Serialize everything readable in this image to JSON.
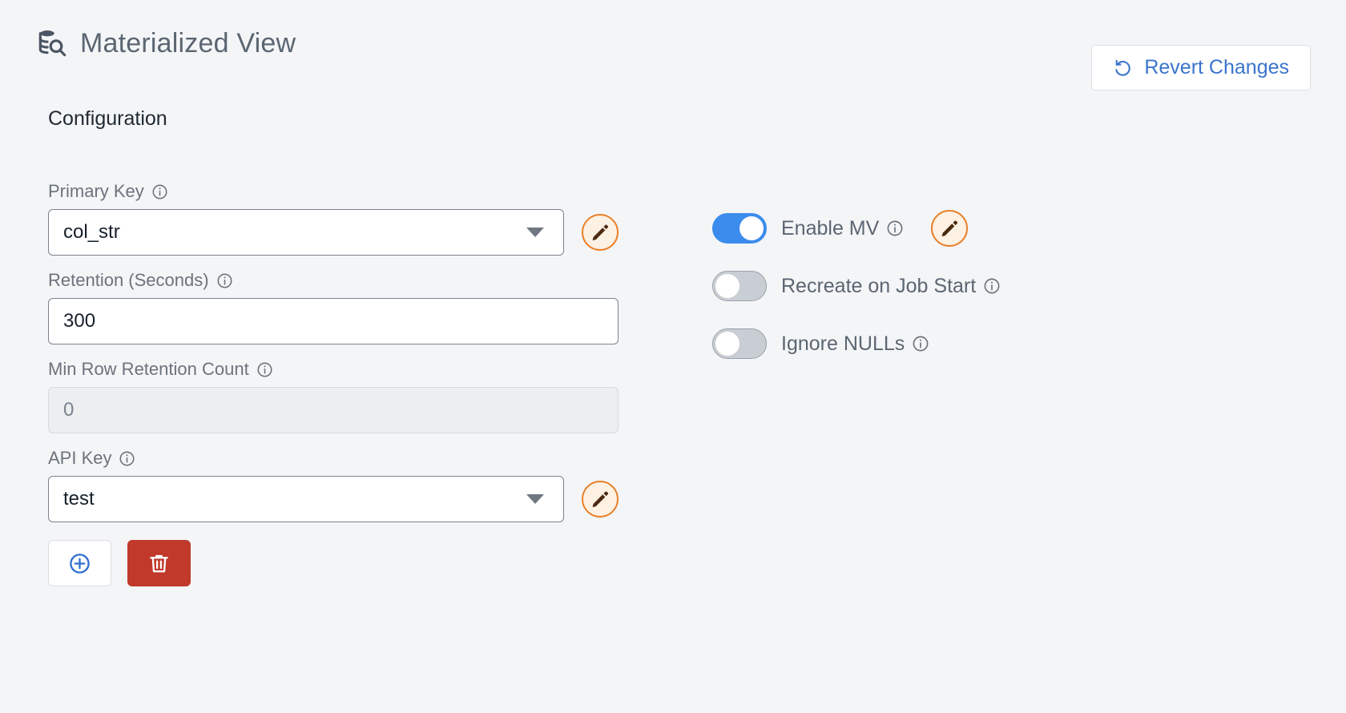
{
  "header": {
    "title": "Materialized View",
    "title_icon": "database-search-icon",
    "revert": {
      "label": "Revert Changes",
      "icon": "undo-rotate-left-icon",
      "color": "#3a74cc"
    }
  },
  "section": {
    "heading": "Configuration"
  },
  "fields": [
    {
      "name": "primary-key",
      "label": "Primary Key",
      "info_icon": "info-circle-icon",
      "type": "select",
      "value": "col_str",
      "disabled": false,
      "has_edit": true,
      "edit_icon": "pencil-icon"
    },
    {
      "name": "retention-seconds",
      "label": "Retention (Seconds)",
      "info_icon": "info-circle-icon",
      "type": "text",
      "value": "300",
      "disabled": false,
      "has_edit": false
    },
    {
      "name": "min-row-retention-count",
      "label": "Min Row Retention Count",
      "info_icon": "info-circle-icon",
      "type": "text",
      "value": "0",
      "disabled": true,
      "has_edit": false
    },
    {
      "name": "api-key",
      "label": "API Key",
      "info_icon": "info-circle-icon",
      "type": "select",
      "value": "test",
      "disabled": false,
      "has_edit": true,
      "edit_icon": "pencil-icon"
    }
  ],
  "row_actions": {
    "add": {
      "label": "",
      "icon": "plus-circle-icon",
      "color": "#2f6fd0"
    },
    "delete": {
      "label": "",
      "icon": "trash-icon",
      "color": "#c0392b"
    }
  },
  "toggles": [
    {
      "name": "enable-mv",
      "label": "Enable MV",
      "state": "on",
      "info_icon": "info-circle-icon",
      "has_edit": true,
      "edit_icon": "pencil-icon"
    },
    {
      "name": "recreate-on-job-start",
      "label": "Recreate on Job Start",
      "state": "off",
      "info_icon": "info-circle-icon",
      "has_edit": false
    },
    {
      "name": "ignore-nulls",
      "label": "Ignore NULLs",
      "state": "off",
      "info_icon": "info-circle-icon",
      "has_edit": false
    }
  ],
  "colors": {
    "background": "#f4f5f7",
    "accent_blue": "#3a74cc",
    "toggle_on": "#3b8ced",
    "edit_orange": "#e8812b",
    "delete_red": "#c0392b"
  }
}
